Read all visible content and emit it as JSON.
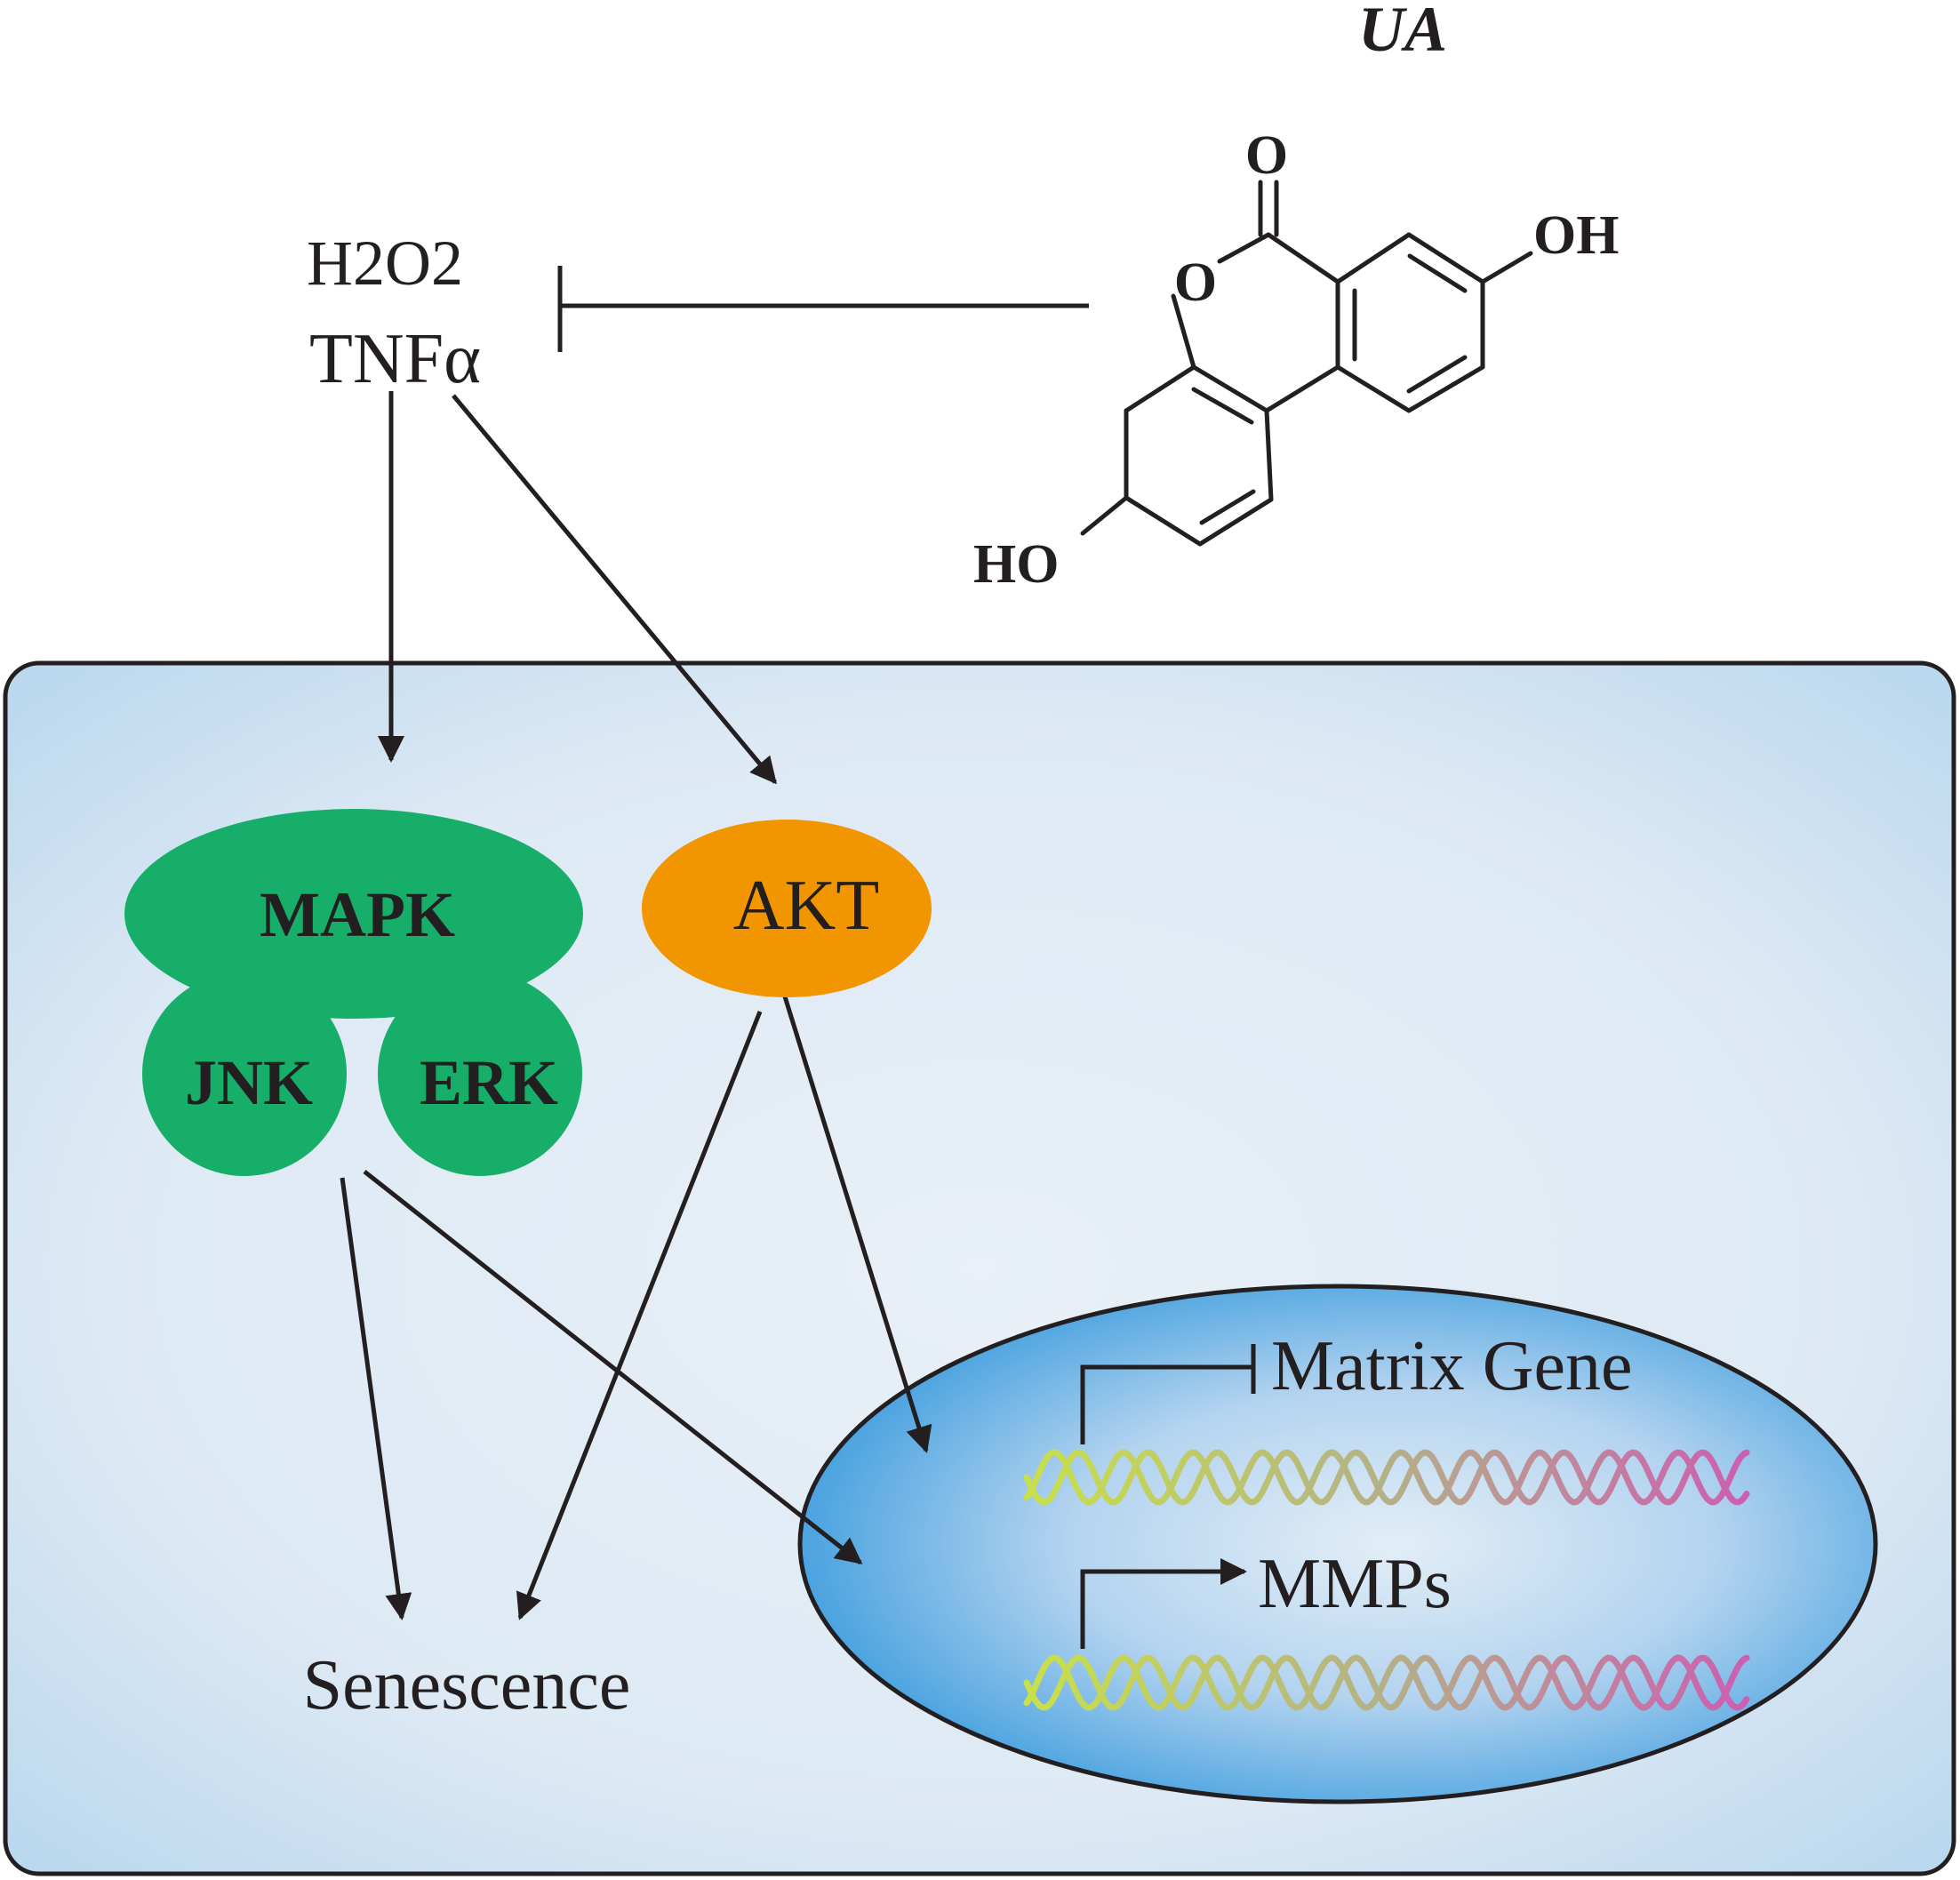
{
  "compound": {
    "name": "UA",
    "atoms": {
      "carbonyl_o": "O",
      "ring_o": "O",
      "oh_top": "OH",
      "oh_bottom": "HO"
    }
  },
  "stimuli": {
    "line1": "H2O2",
    "line2": "TNFα"
  },
  "nodes": {
    "mapk": "MAPK",
    "jnk": "JNK",
    "erk": "ERK",
    "akt": "AKT",
    "senescence": "Senescence"
  },
  "nucleus": {
    "gene1": "Matrix Gene",
    "gene2": "MMPs"
  },
  "colors": {
    "cell_edge": "#b9d7ee",
    "cell_center": "#e6eef6",
    "mapk_green": "#17ae69",
    "akt_orange": "#f19500",
    "nucleus_edge": "#4aa3e0",
    "nucleus_center": "#dbe9f5",
    "dna_start": "#c9e04a",
    "dna_end": "#cc5fb0",
    "ink": "#231f20"
  }
}
